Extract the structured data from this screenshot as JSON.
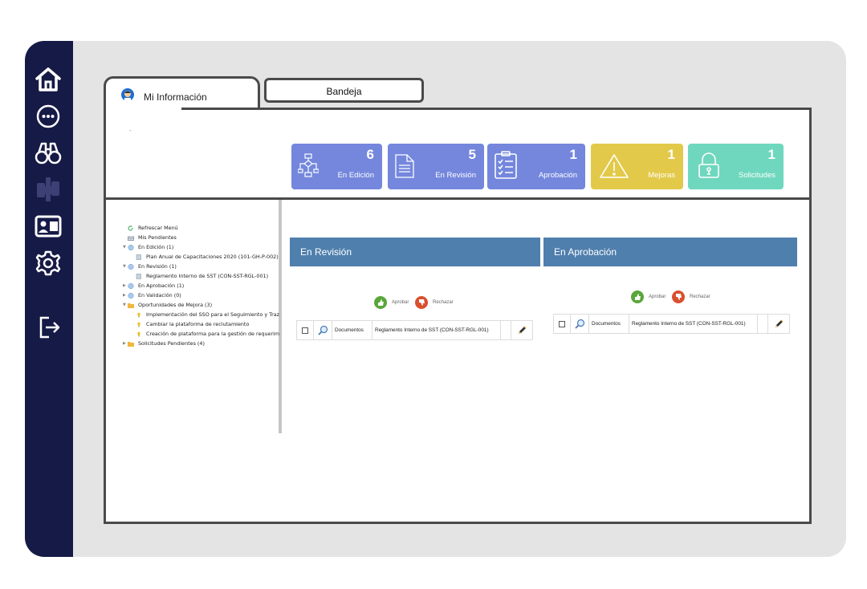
{
  "tabs": {
    "active": "Mi Información",
    "inactive": "Bandeja"
  },
  "header_dot": "-",
  "colors": {
    "sidebar": "#161a46",
    "blue_card": "#7487dd",
    "yellow_card": "#e3c94a",
    "teal_card": "#6fd7bd",
    "section_header": "#4f7fad"
  },
  "cards": [
    {
      "count": "6",
      "label": "En Edición",
      "icon": "flowchart-icon"
    },
    {
      "count": "5",
      "label": "En Revisión",
      "icon": "document-icon"
    },
    {
      "count": "1",
      "label": "Aprobación",
      "icon": "checklist-icon"
    },
    {
      "count": "1",
      "label": "Mejoras",
      "icon": "warning-icon"
    },
    {
      "count": "1",
      "label": "Solicitudes",
      "icon": "lock-icon"
    }
  ],
  "tree": [
    {
      "label": "Refrescar Menú"
    },
    {
      "label": "Mis Pendientes"
    },
    {
      "label": "En Edición (1)"
    },
    {
      "label": "Plan Anual de Capacitaciones 2020 (101-GH-P-002)"
    },
    {
      "label": "En Revisión (1)"
    },
    {
      "label": "Reglamento Interno de SST (CON-SST-RGL-001)"
    },
    {
      "label": "En Aprobación (1)"
    },
    {
      "label": "En Validación (0)"
    },
    {
      "label": "Oportunidades de Mejora (3)"
    },
    {
      "label": "Implementación del SSO para el Seguimiento y Traz"
    },
    {
      "label": "Cambiar la plataforma de reclutamiento"
    },
    {
      "label": "Creación de plataforma para la gestión de requerim"
    },
    {
      "label": "Solicitudes Pendientes (4)"
    }
  ],
  "sections": [
    {
      "title": "En Revisión",
      "approve": "Aprobar",
      "reject": "Rechazar",
      "row": {
        "type": "Documentos",
        "name": "Reglamento Interno de SST (CON-SST-RGL-001)"
      }
    },
    {
      "title": "En Aprobación",
      "approve": "Aprobar",
      "reject": "Rechazar",
      "row": {
        "type": "Documentos",
        "name": "Reglamento Interno de SST (CON-SST-RGL-001)"
      }
    }
  ]
}
